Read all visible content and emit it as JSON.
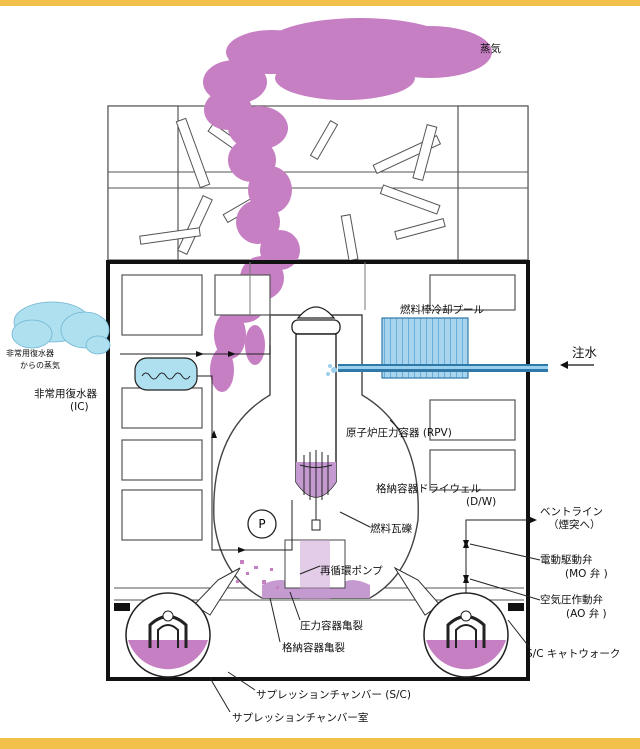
{
  "labels": {
    "steam": "蒸気",
    "fuel_pool": "燃料棒冷却プール",
    "water_injection": "注水",
    "ic_steam": "非常用復水器",
    "ic_steam2": "からの蒸気",
    "ic": "非常用復水器",
    "ic_abbr": "(IC)",
    "rpv": "原子炉圧力容器 (RPV)",
    "drywell": "格納容器ドライウェル",
    "drywell_abbr": "(D/W)",
    "vent_line": "ベントライン",
    "vent_line_sub": "（煙突へ）",
    "mo_valve": "電動駆動弁",
    "mo_valve_abbr": "(MO 弁 )",
    "ao_valve": "空気圧作動弁",
    "ao_valve_abbr": "(AO 弁 )",
    "fuel_debris": "燃料瓦礫",
    "recirc_pump": "再循環ポンプ",
    "pump_letter": "P",
    "sc_catwalk": "S/C キャトウォーク",
    "rpv_crack": "圧力容器亀裂",
    "pcv_crack": "格納容器亀裂",
    "suppression_chamber": "サプレッションチャンバー (S/C)",
    "suppression_room": "サプレッションチャンバー室"
  },
  "colors": {
    "steam": "#c77fc3",
    "water": "#c59ad0",
    "cloud": "#aee0f0",
    "pipe_blue": "#2f79a8",
    "accent_bar": "#f2c14a"
  }
}
